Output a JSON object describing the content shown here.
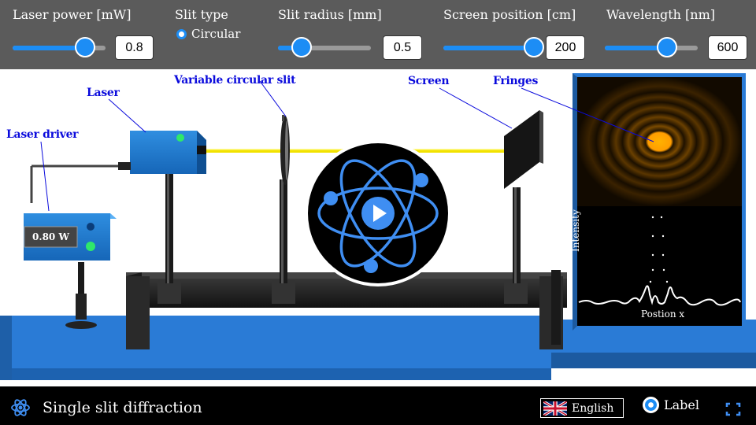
{
  "controls": {
    "laser_power": {
      "label": "Laser power [mW]",
      "value": "0.8",
      "fraction": 0.78
    },
    "slit_type": {
      "label": "Slit type",
      "option": "Circular",
      "selected": true
    },
    "slit_radius": {
      "label": "Slit radius [mm]",
      "value": "0.5",
      "fraction": 0.3
    },
    "screen_position": {
      "label": "Screen position [cm]",
      "value": "200",
      "fraction": 0.95
    },
    "wavelength": {
      "label": "Wavelength [nm]",
      "value": "600",
      "fraction": 0.7
    }
  },
  "scene": {
    "labels": {
      "laser": "Laser",
      "laser_driver": "Laser driver",
      "variable_slit": "Variable circular slit",
      "screen": "Screen",
      "fringes": "Fringes"
    },
    "driver_readout": "0.80 W",
    "graph": {
      "ylabel": "Intensity",
      "xlabel": "Postion x"
    },
    "play_overlay": {
      "icon": "atom-play-icon"
    }
  },
  "footer": {
    "title": "Single slit diffraction",
    "logo_icon": "atom-icon",
    "language": "English",
    "flag_icon": "uk-flag-icon",
    "label_toggle": "Label",
    "label_toggle_on": true,
    "fullscreen_icon": "fullscreen-icon"
  },
  "colors": {
    "accent": "#1c8df5",
    "control_bar": "#5b5b5b",
    "label_text": "#0a0adc",
    "table_blue": "#2a7bd6",
    "laser_beam": "#f2e200",
    "fringe": "#f0a000"
  }
}
